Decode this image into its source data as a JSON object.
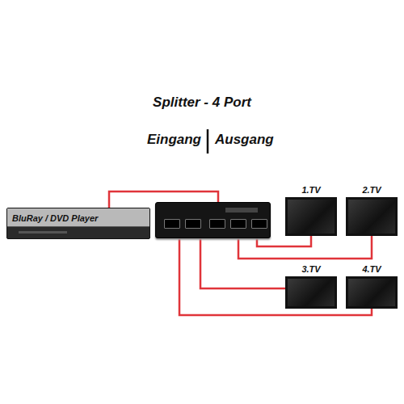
{
  "diagram": {
    "title": "Splitter - 4 Port",
    "nodes": [
      {
        "text": [
          "BluRay / DVD Player"
        ]
      },
      {
        "text": []
      },
      {
        "text": [
          "1.TV"
        ]
      },
      {
        "text": [
          "2.TV"
        ]
      },
      {
        "text": [
          "3.TV"
        ]
      },
      {
        "text": [
          "4.TV"
        ]
      }
    ],
    "edges": [
      {
        "from": 0,
        "to": 1,
        "arrow": "none"
      },
      {
        "from": 1,
        "to": 2,
        "arrow": "none"
      },
      {
        "from": 1,
        "to": 3,
        "arrow": "none"
      },
      {
        "from": 1,
        "to": 4,
        "arrow": "none"
      },
      {
        "from": 1,
        "to": 5,
        "arrow": "none"
      }
    ],
    "labels": [
      "Eingang",
      "Ausgang"
    ]
  }
}
